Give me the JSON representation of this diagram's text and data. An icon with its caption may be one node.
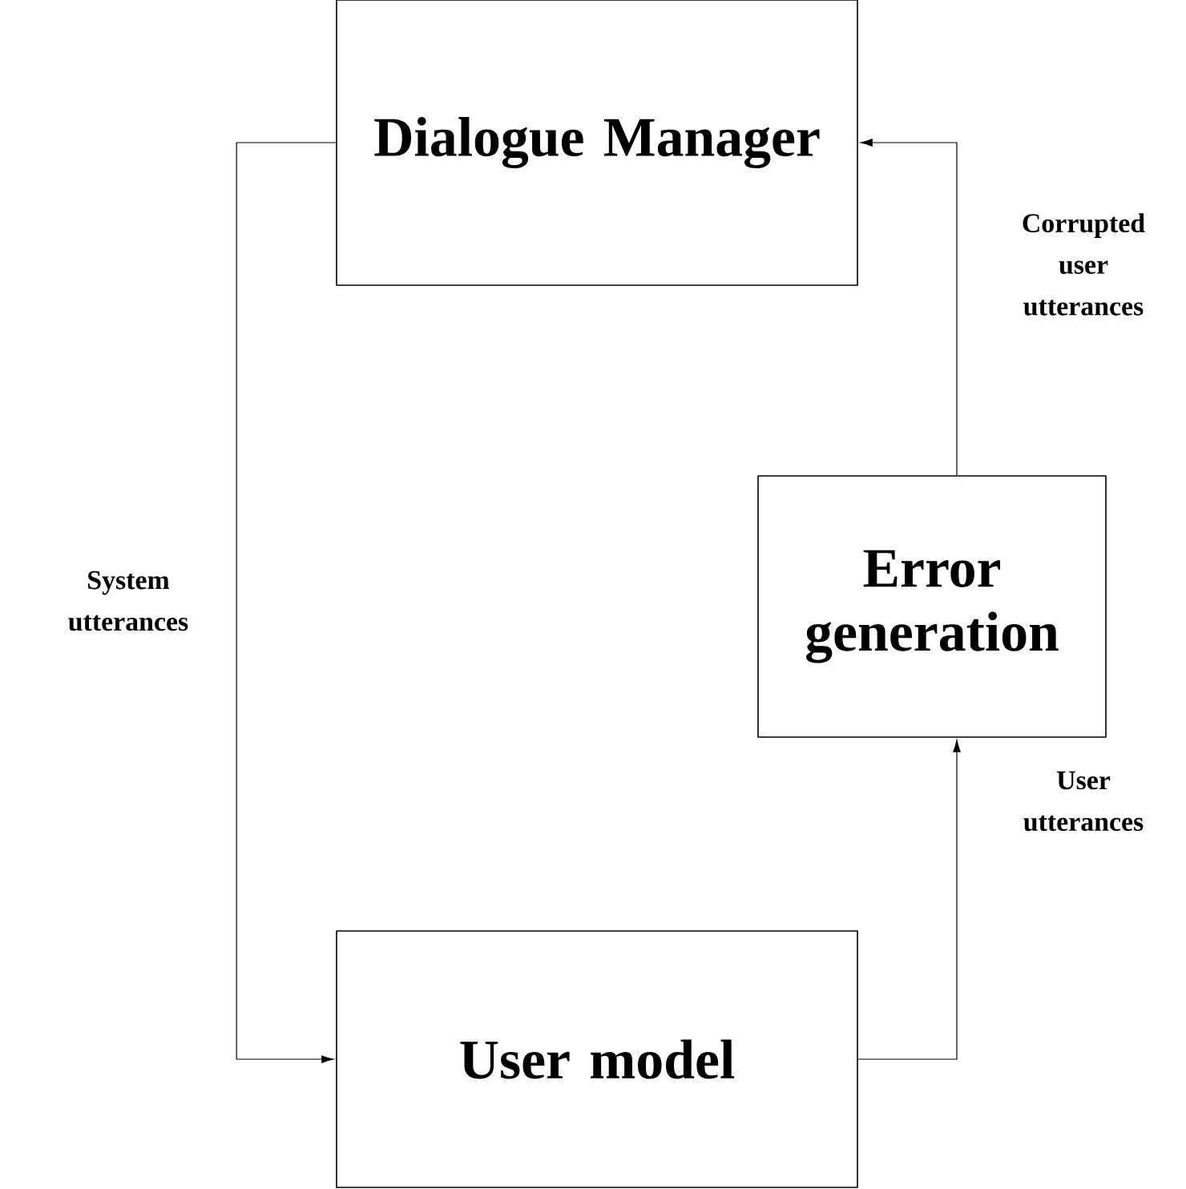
{
  "diagram": {
    "nodes": [
      {
        "text": [
          "Dialogue Manager"
        ]
      },
      {
        "text": [
          "Error generation"
        ]
      },
      {
        "text": [
          "User model"
        ]
      }
    ],
    "edges": [
      {
        "from": 0,
        "to": 2,
        "arrow": "to",
        "label": "System utterances"
      },
      {
        "from": 2,
        "to": 1,
        "arrow": "to",
        "label": "User utterances"
      },
      {
        "from": 1,
        "to": 0,
        "arrow": "to",
        "label": "Corrupted user utterances"
      }
    ]
  }
}
